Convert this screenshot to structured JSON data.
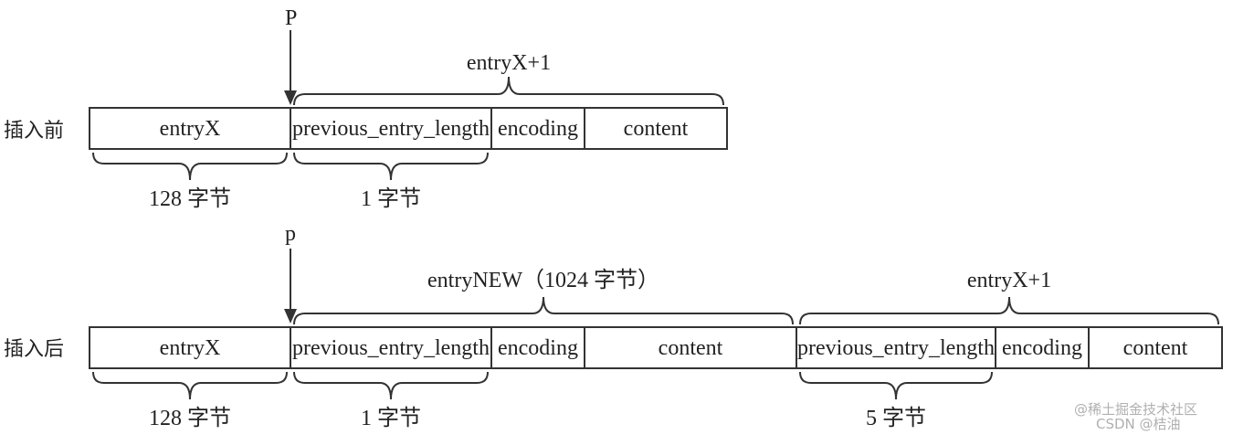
{
  "rows": {
    "before": {
      "label": "插入前",
      "pointer": "P",
      "cells": {
        "entry_x": "entryX",
        "prev_len": "previous_entry_length",
        "encoding": "encoding",
        "content": "content"
      },
      "brace_entry_next": "entryX+1",
      "brace_entry_x_size": "128 字节",
      "brace_prev_len_size": "1 字节"
    },
    "after": {
      "label": "插入后",
      "pointer": "p",
      "cells": {
        "entry_x": "entryX",
        "new_prev_len": "previous_entry_length",
        "new_encoding": "encoding",
        "new_content": "content",
        "next_prev_len": "previous_entry_length",
        "next_encoding": "encoding",
        "next_content": "content"
      },
      "brace_entry_new": "entryNEW（1024 字节）",
      "brace_entry_next": "entryX+1",
      "brace_entry_x_size": "128 字节",
      "brace_new_prev_len_size": "1 字节",
      "brace_next_prev_len_size": "5 字节"
    }
  },
  "watermark": {
    "line1": "@稀土掘金技术社区",
    "line2": "CSDN @桔油"
  }
}
